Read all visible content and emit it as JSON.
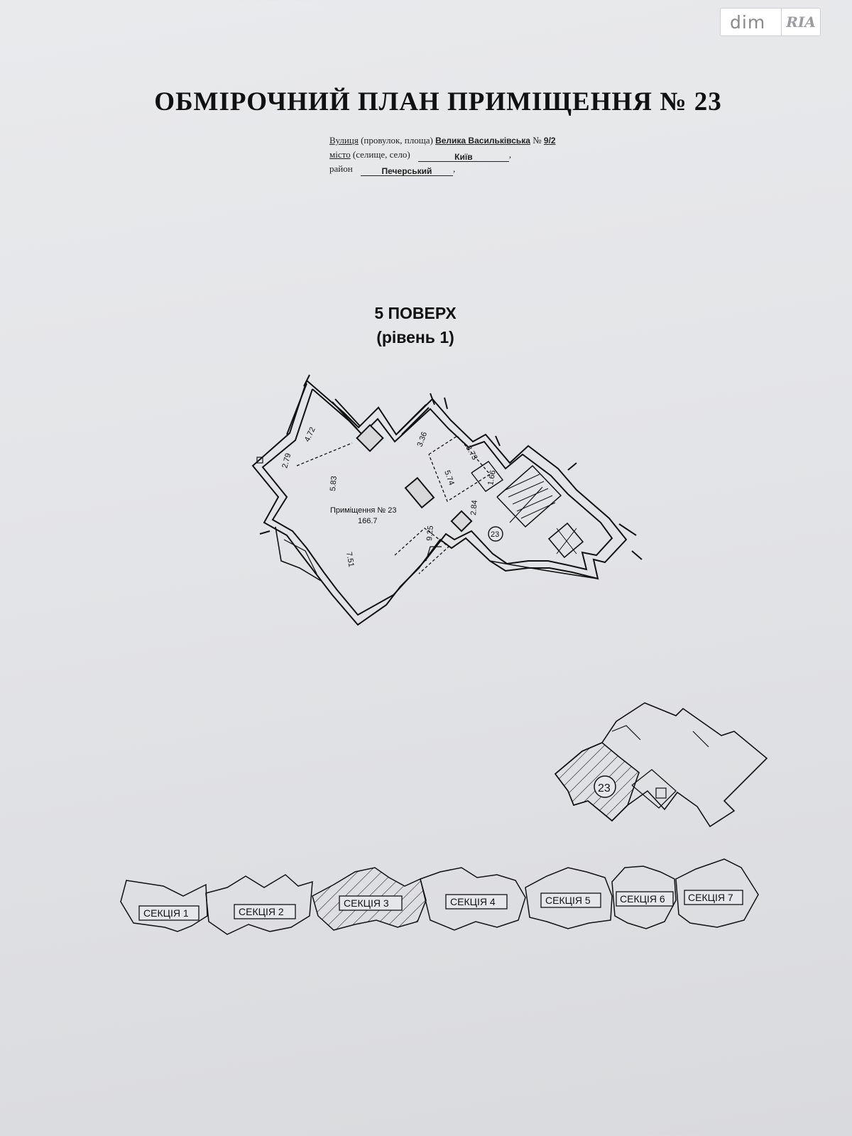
{
  "watermark": {
    "left": "dim",
    "right": "RIA"
  },
  "document": {
    "title": "ОБМІРОЧНИЙ ПЛАН ПРИМІЩЕННЯ № 23",
    "street_label": "Вулиця",
    "street_hint": "(провулок, площа)",
    "street_value": "Велика Васильківська",
    "number_label": "№",
    "number_value": "9/2",
    "city_label": "місто",
    "city_hint": "(селище, село)",
    "city_value": "Київ",
    "district_label": "район",
    "district_value": "Печерський",
    "floor_title": "5 ПОВЕРХ",
    "floor_level": "(рівень 1)"
  },
  "plan": {
    "room_name": "Приміщення № 23",
    "room_area": "166.7",
    "marker": "23",
    "dimensions": [
      "4.72",
      "2.79",
      "3.36",
      "3.73",
      "5.83",
      "5.74",
      "1.66",
      "2.84",
      "9.25",
      "7.51"
    ]
  },
  "key_plan": {
    "marker": "23"
  },
  "sections": [
    "СЕКЦІЯ 1",
    "СЕКЦІЯ 2",
    "СЕКЦІЯ 3",
    "СЕКЦІЯ 4",
    "СЕКЦІЯ 5",
    "СЕКЦІЯ 6",
    "СЕКЦІЯ 7"
  ],
  "highlighted_section": "СЕКЦІЯ 3"
}
